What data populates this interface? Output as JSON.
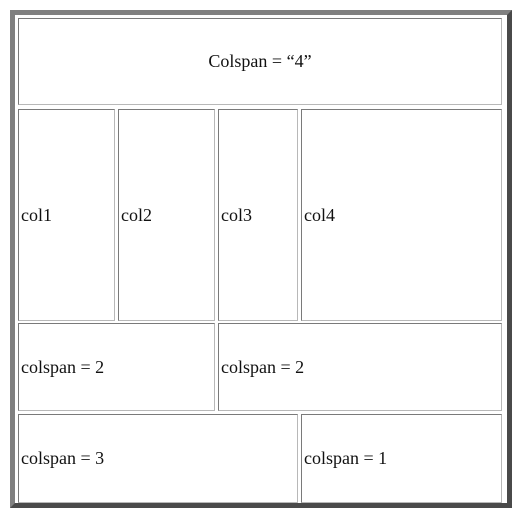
{
  "table": {
    "header": {
      "label": "Colspan = “4”"
    },
    "row2": [
      "col1",
      "col2",
      "col3",
      "col4"
    ],
    "row3": [
      "colspan = 2",
      "colspan = 2"
    ],
    "row4": [
      "colspan = 3",
      "colspan = 1"
    ]
  }
}
